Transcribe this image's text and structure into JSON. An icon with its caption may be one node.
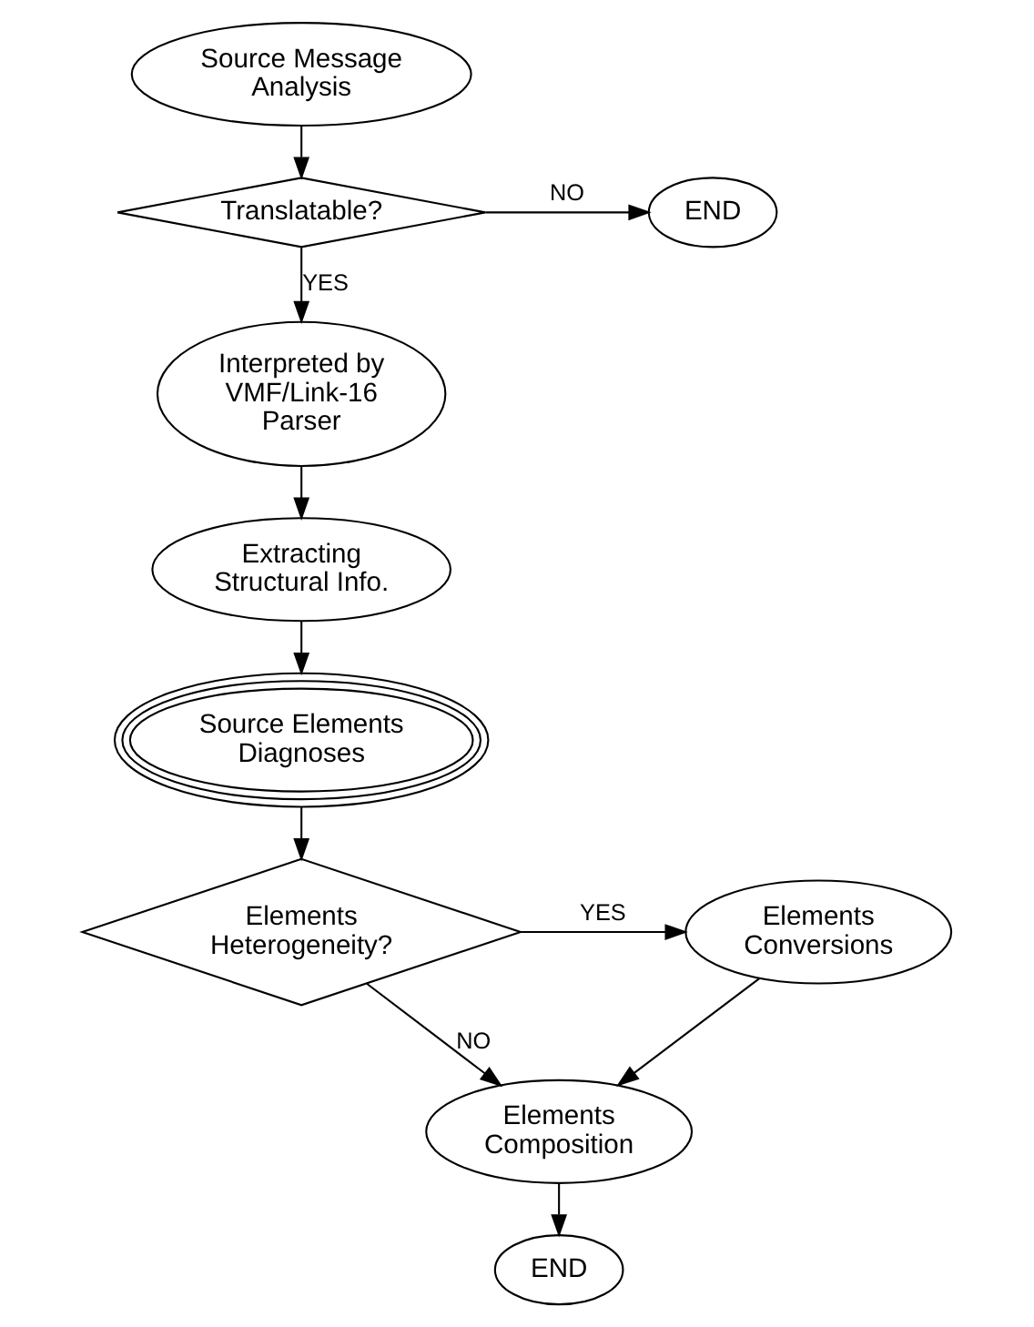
{
  "diagram": {
    "nodes": [
      {
        "text": [
          "Source Message Analysis"
        ]
      },
      {
        "text": [
          "Translatable?"
        ]
      },
      {
        "text": [
          "END"
        ]
      },
      {
        "text": [
          "Interpreted by VMF/Link-16 Parser"
        ]
      },
      {
        "text": [
          "Extracting Structural Info."
        ]
      },
      {
        "text": [
          "Source Elements Diagnoses"
        ]
      },
      {
        "text": [
          "Elements Heterogeneity?"
        ]
      },
      {
        "text": [
          "Elements Conversions"
        ]
      },
      {
        "text": [
          "Elements Composition"
        ]
      },
      {
        "text": [
          "END"
        ]
      }
    ],
    "edges": [
      {
        "from": 0,
        "to": 1,
        "arrow": "to"
      },
      {
        "from": 1,
        "to": 2,
        "arrow": "to",
        "label": "NO"
      },
      {
        "from": 1,
        "to": 3,
        "arrow": "to",
        "label": "YES"
      },
      {
        "from": 3,
        "to": 4,
        "arrow": "to"
      },
      {
        "from": 4,
        "to": 5,
        "arrow": "to"
      },
      {
        "from": 5,
        "to": 6,
        "arrow": "to"
      },
      {
        "from": 6,
        "to": 7,
        "arrow": "to",
        "label": "YES"
      },
      {
        "from": 6,
        "to": 8,
        "arrow": "to",
        "label": "NO"
      },
      {
        "from": 7,
        "to": 8,
        "arrow": "to"
      },
      {
        "from": 8,
        "to": 9,
        "arrow": "to"
      }
    ]
  }
}
